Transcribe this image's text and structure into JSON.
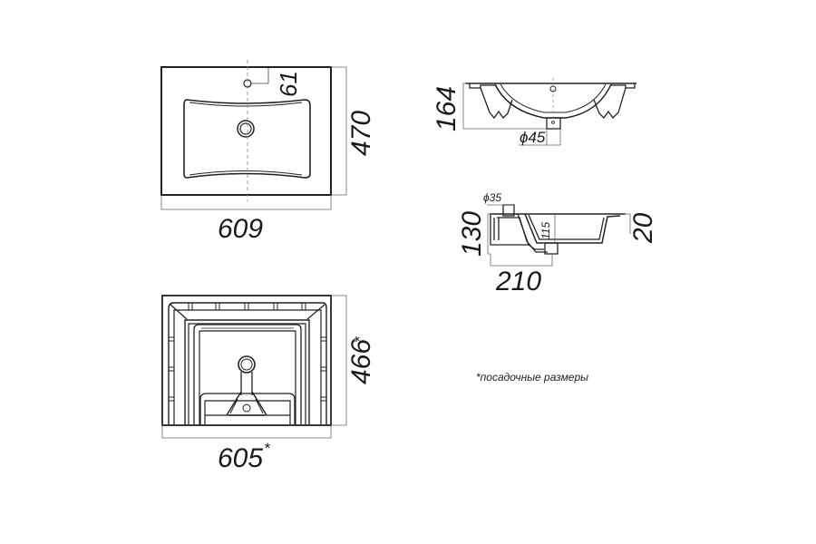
{
  "drawing": {
    "subject": "Washbasin technical drawing",
    "views": {
      "top_view": {
        "width": "609",
        "depth": "470",
        "tap_hole_offset": "61"
      },
      "front_section": {
        "height": "164",
        "drain_diameter": "ϕ45"
      },
      "side_section": {
        "height": "130",
        "bowl_depth": "115",
        "rim_height": "20",
        "drain_offset": "210",
        "tap_hole_diameter": "ϕ35"
      },
      "bottom_view": {
        "width": "605",
        "width_mark": "*",
        "depth": "466",
        "depth_mark": "*"
      }
    },
    "footnote": {
      "mark": "*",
      "text": "посадочные размеры"
    }
  },
  "colors": {
    "line": "#222222",
    "dim_line": "#555555",
    "background": "#ffffff"
  }
}
